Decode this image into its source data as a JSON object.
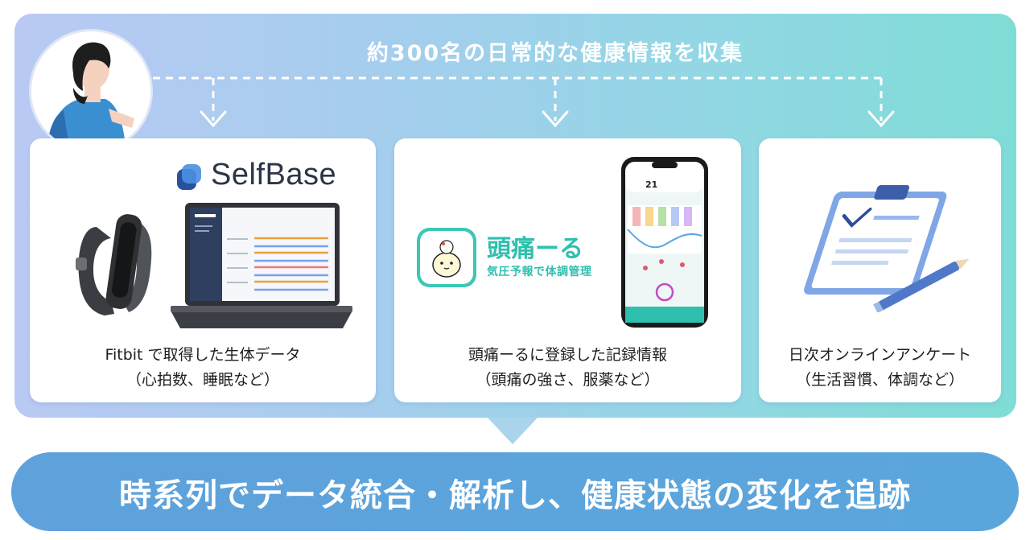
{
  "headline": "約300名の日常的な健康情報を収集",
  "sources": [
    {
      "brand": "SelfBase",
      "caption_line1": "Fitbit で取得した生体データ",
      "caption_line2": "（心拍数、睡眠など）"
    },
    {
      "app_name": "頭痛ーる",
      "app_tagline": "気圧予報で体調管理",
      "phone_date": "21",
      "caption_line1": "頭痛ーるに登録した記録情報",
      "caption_line2": "（頭痛の強さ、服薬など）"
    },
    {
      "caption_line1": "日次オンラインアンケート",
      "caption_line2": "（生活習慣、体調など）"
    }
  ],
  "conclusion": "時系列でデータ統合・解析し、健康状態の変化を追跡",
  "colors": {
    "panel_gradient": [
      "#b9c9f3",
      "#7fdcd6"
    ],
    "bottom_bar": "#5fa1db",
    "app_accent": "#2fbfae"
  }
}
